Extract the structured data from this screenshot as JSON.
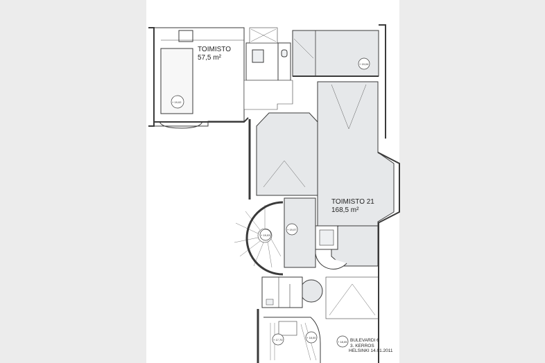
{
  "rooms": {
    "toimisto_small": {
      "name": "TOIMISTO",
      "area": "57,5 m²"
    },
    "toimisto_21": {
      "name": "TOIMISTO 21",
      "area": "168,5 m²"
    }
  },
  "markers": {
    "m1": "+ 19,02",
    "m2": "+ 19,04",
    "m3": "+ 19,03",
    "m4": "+ 19,07",
    "m5": "+ 17,70",
    "m6": "+ 18,00",
    "m7": "+ 18,05"
  },
  "title_block": {
    "line1": "BULEVARDI 6",
    "line2": "3. KERROS",
    "line3": "HELSINKI 14.01.2011"
  },
  "colors": {
    "background": "#ececec",
    "sheet": "#ffffff",
    "room_fill": "#e6e8ea",
    "wall": "#3a3a3a"
  }
}
